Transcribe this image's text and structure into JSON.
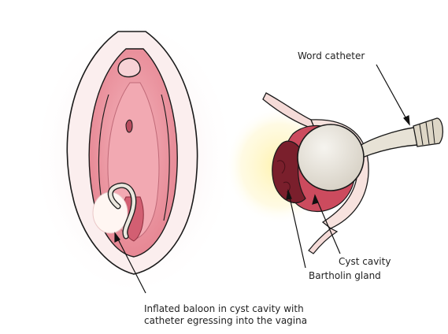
{
  "labels": {
    "word_catheter": "Word catheter",
    "cyst_cavity": "Cyst cavity",
    "bartholin_gland": "Bartholin gland",
    "caption_line1": "Inflated baloon in cyst cavity with",
    "caption_line2": "catheter egressing into the vagina"
  },
  "colors": {
    "outline": "#1a1a1a",
    "skin_outer": "#f9ecea",
    "tissue_pink": "#ee9aa4",
    "tissue_light": "#f7c9cf",
    "tissue_dark": "#d35f72",
    "gland_dark": "#7a1f2c",
    "gland_mid": "#b83648",
    "balloon_fill": "#e6e2d8",
    "glow": "#fff2a8",
    "leader": "#111111"
  }
}
